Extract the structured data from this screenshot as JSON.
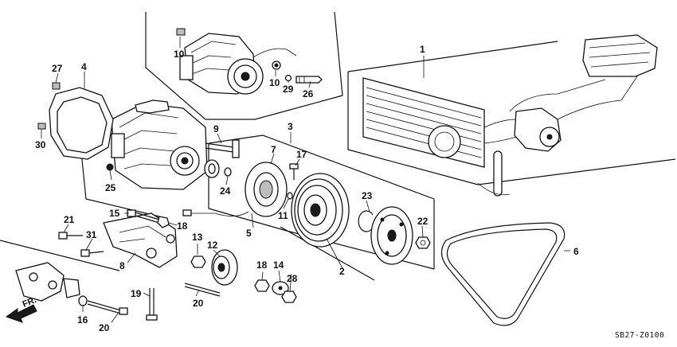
{
  "diagram": {
    "drawing_code": "SB27-Z0100",
    "front_marker": "FR.",
    "callouts": [
      {
        "id": "c1",
        "text": "1"
      },
      {
        "id": "c2",
        "text": "2"
      },
      {
        "id": "c3",
        "text": "3"
      },
      {
        "id": "c4",
        "text": "4"
      },
      {
        "id": "c5",
        "text": "5"
      },
      {
        "id": "c6",
        "text": "6"
      },
      {
        "id": "c7",
        "text": "7"
      },
      {
        "id": "c8",
        "text": "8"
      },
      {
        "id": "c9",
        "text": "9"
      },
      {
        "id": "c10a",
        "text": "10"
      },
      {
        "id": "c10b",
        "text": "10"
      },
      {
        "id": "c11",
        "text": "11"
      },
      {
        "id": "c12",
        "text": "12"
      },
      {
        "id": "c13",
        "text": "13"
      },
      {
        "id": "c14",
        "text": "14"
      },
      {
        "id": "c15",
        "text": "15"
      },
      {
        "id": "c16",
        "text": "16"
      },
      {
        "id": "c17",
        "text": "17"
      },
      {
        "id": "c18a",
        "text": "18"
      },
      {
        "id": "c18b",
        "text": "18"
      },
      {
        "id": "c19",
        "text": "19"
      },
      {
        "id": "c20a",
        "text": "20"
      },
      {
        "id": "c20b",
        "text": "20"
      },
      {
        "id": "c21",
        "text": "21"
      },
      {
        "id": "c22",
        "text": "22"
      },
      {
        "id": "c23",
        "text": "23"
      },
      {
        "id": "c24",
        "text": "24"
      },
      {
        "id": "c25",
        "text": "25"
      },
      {
        "id": "c26",
        "text": "26"
      },
      {
        "id": "c27",
        "text": "27"
      },
      {
        "id": "c28",
        "text": "28"
      },
      {
        "id": "c29",
        "text": "29"
      },
      {
        "id": "c30",
        "text": "30"
      },
      {
        "id": "c31",
        "text": "31"
      }
    ]
  }
}
